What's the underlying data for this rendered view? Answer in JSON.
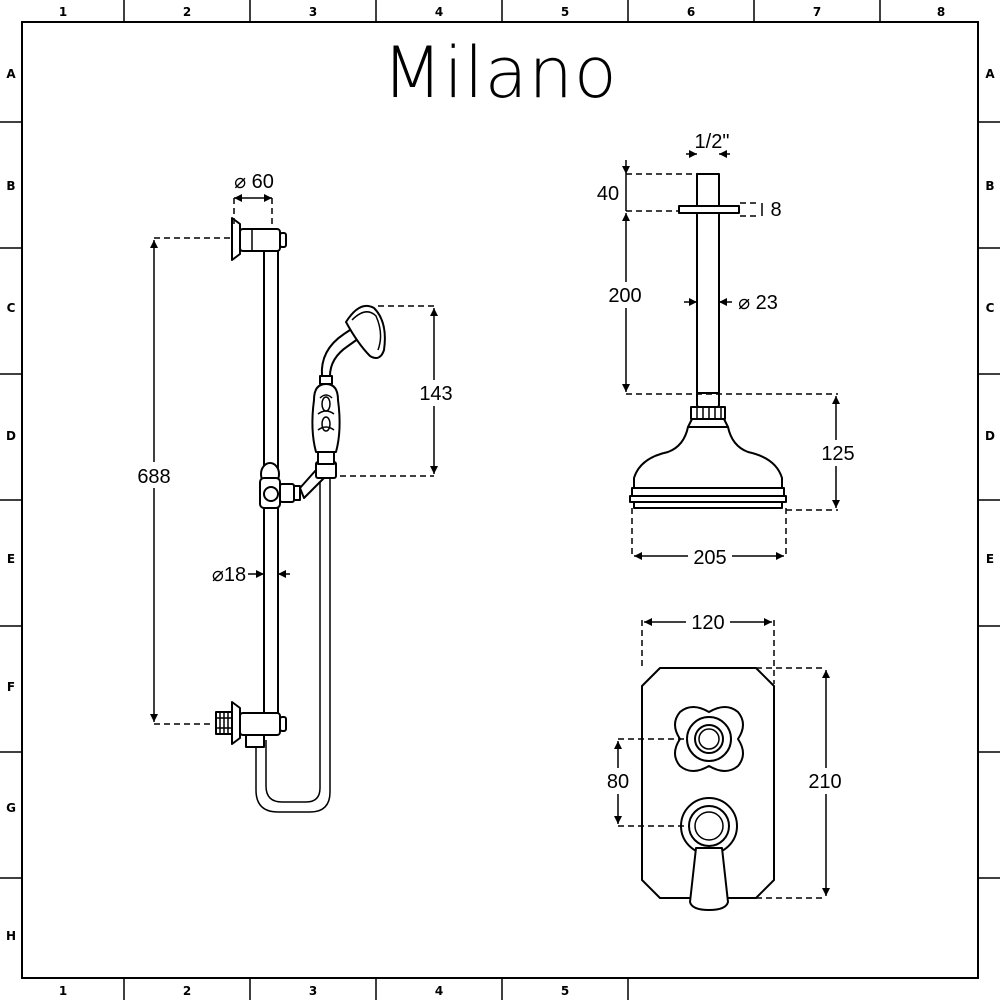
{
  "brand": "Milano",
  "grid": {
    "columns": [
      "1",
      "2",
      "3",
      "4",
      "5",
      "6",
      "7",
      "8"
    ],
    "rows": [
      "A",
      "B",
      "C",
      "D",
      "E",
      "F",
      "G",
      "H"
    ]
  },
  "dimensions": {
    "riser_bracket_diameter": "⌀ 60",
    "riser_height": "688",
    "riser_rail_diameter": "⌀18",
    "handset_height": "143",
    "inlet_thread": "1/2\"",
    "arm_top": "40",
    "ceiling_flange": "8",
    "arm_length": "200",
    "arm_diameter": "⌀ 23",
    "head_height": "125",
    "head_diameter": "205",
    "valve_width": "120",
    "valve_height": "210",
    "valve_centres": "80"
  }
}
